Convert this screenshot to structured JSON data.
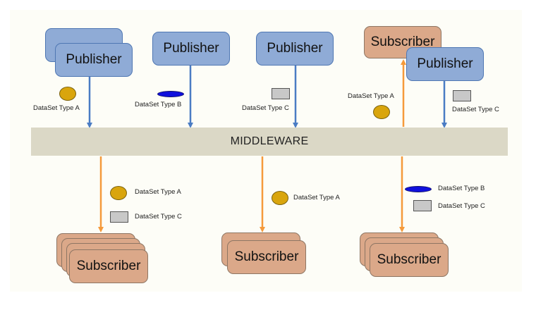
{
  "diagram": {
    "middleware_label": "MIDDLEWARE",
    "publisher_label": "Publisher",
    "subscriber_label": "Subscriber",
    "dataset_labels": {
      "a": "DataSet Type A",
      "b": "DataSet Type B",
      "c": "DataSet Type C"
    },
    "colors": {
      "publisher_fill": "#8fabd6",
      "subscriber_fill": "#dba889",
      "middleware_fill": "#dbd8c6",
      "publish_arrow": "#4a7cc4",
      "subscribe_arrow": "#f59a3b",
      "dataset_a": "#d9a50d",
      "dataset_b": "#1010dd",
      "dataset_c": "#c8c8c8"
    }
  }
}
